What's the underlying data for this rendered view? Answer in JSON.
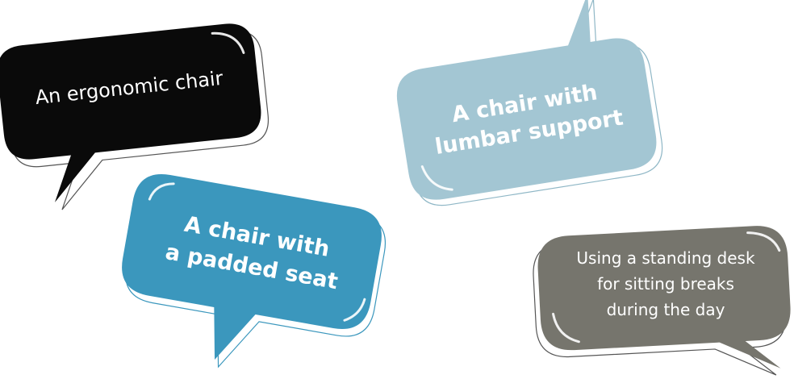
{
  "colors": {
    "black_bubble": "#0a0a0a",
    "light_blue_bubble": "#a3c6d3",
    "blue_bubble": "#3b97bd",
    "gray_bubble": "#76756d",
    "text": "#ffffff"
  },
  "bubbles": [
    {
      "lines": [
        "An ergonomic chair"
      ]
    },
    {
      "lines": [
        "A chair with",
        "lumbar support"
      ]
    },
    {
      "lines": [
        "A chair with",
        "a padded seat"
      ]
    },
    {
      "lines": [
        "Using a standing desk",
        "for sitting breaks",
        "during the day"
      ]
    }
  ]
}
